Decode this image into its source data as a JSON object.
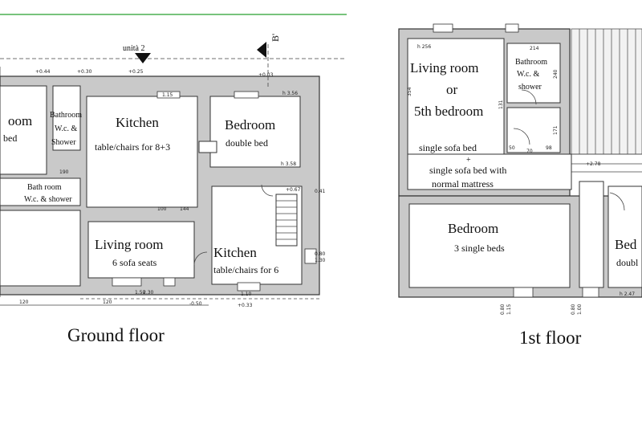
{
  "ground": {
    "caption": "Ground floor",
    "unit_label": "unità 2",
    "section_marker": "B'",
    "rooms": {
      "left_room_partial": "oom",
      "left_room_sub": "bed",
      "bath1_l1": "Bathroom",
      "bath1_l2": "W.c. &",
      "bath1_l3": "Shower",
      "bath2_l1": "Bath room",
      "bath2_l2": "W.c. & shower",
      "kitchen1": "Kitchen",
      "kitchen1_sub": "table/chairs for 8+3",
      "bedroom": "Bedroom",
      "bedroom_sub": "double bed",
      "living": "Living room",
      "living_sub": "6 sofa seats",
      "kitchen2": "Kitchen",
      "kitchen2_sub": "table/chairs for 6"
    },
    "dims": {
      "d1": "+0.44",
      "d2": "+0.30",
      "d3": "+0.25",
      "d4": "+0.03",
      "d5": "h 3.56",
      "d6": "190",
      "d7": "100",
      "d8": "144",
      "d9": "h 3.58",
      "d10": "+0.67",
      "d11": "0.41",
      "d12": "0.80",
      "d13": "1.30",
      "d14": "-0.50",
      "d15": "+0.33",
      "d16": "1.50",
      "d17": "2.30",
      "d18": "120",
      "d19": "120",
      "d20": "1.15",
      "d21": "1.10"
    }
  },
  "first": {
    "caption": "1st floor",
    "rooms": {
      "living_l1": "Living room",
      "living_l2": "or",
      "living_l3": "5th bedroom",
      "living_sub1": "single sofa bed",
      "living_plus": "+",
      "living_sub2": "single sofa bed with",
      "living_sub3": "normal mattress",
      "bath_l1": "Bathroom",
      "bath_l2": "W.c. &",
      "bath_l3": "shower",
      "bedroom": "Bedroom",
      "bedroom_sub": "3 single beds",
      "bed_partial": "Bed",
      "bed_partial_sub": "doubl"
    },
    "dims": {
      "d1": "h 256",
      "d2": "354",
      "d3": "214",
      "d4": "240",
      "d5": "131",
      "d6": "171",
      "d7": "50",
      "d8": "70",
      "d9": "98",
      "d10": "+2.78",
      "d11": "h 2.47",
      "d12": "0.80",
      "d13": "1.15",
      "d14": "0.80",
      "d15": "1.00"
    }
  }
}
